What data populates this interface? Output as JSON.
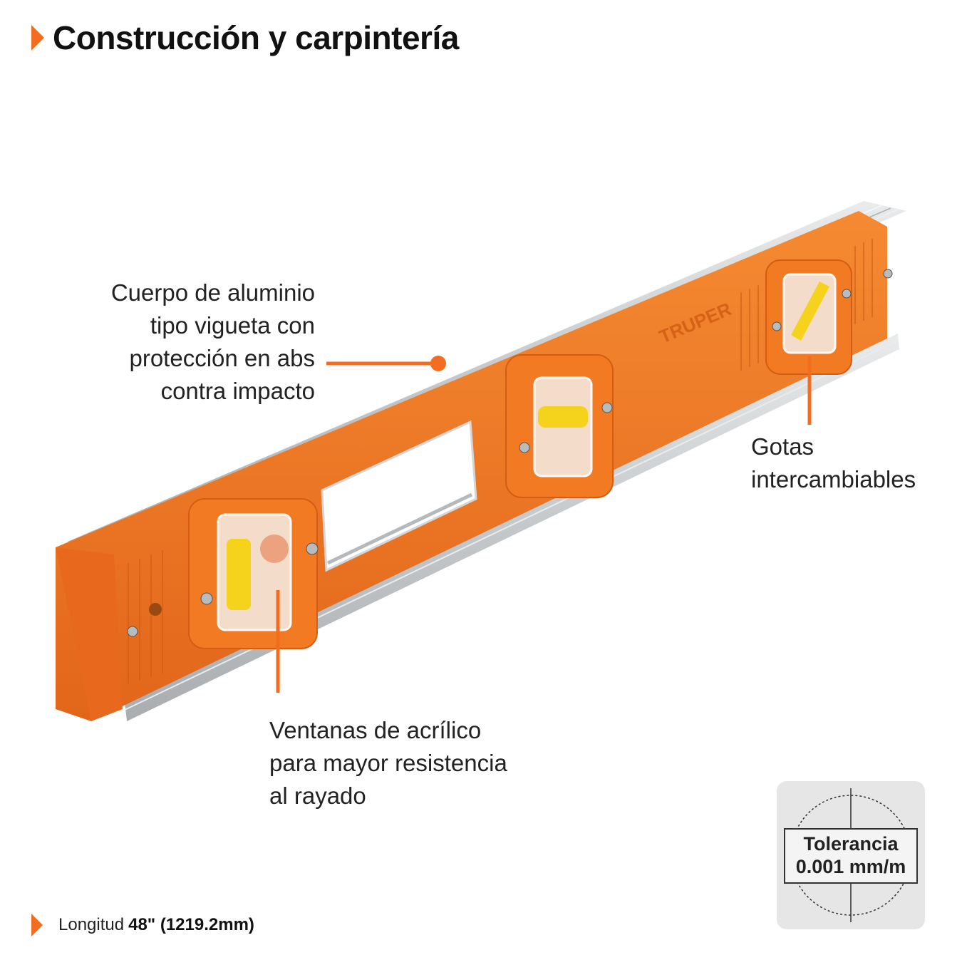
{
  "header": {
    "title": "Construcción y carpintería"
  },
  "callouts": {
    "body": [
      "Cuerpo de aluminio",
      "tipo vigueta con",
      "protección en abs",
      "contra impacto"
    ],
    "vials": [
      "Gotas",
      "intercambiables"
    ],
    "windows": [
      "Ventanas de acrílico",
      "para mayor resistencia",
      "al rayado"
    ]
  },
  "product": {
    "brand": "TRUPER"
  },
  "tolerance": {
    "title": "Tolerancia",
    "value": "0.001 mm/m"
  },
  "footer": {
    "length_label": "Longitud",
    "length_value": "48\" (1219.2mm)"
  },
  "colors": {
    "accent": "#f26d1f",
    "body_orange": "#f07d22",
    "aluminum": "#c9ccce",
    "vial_yellow": "#f5d21c"
  }
}
